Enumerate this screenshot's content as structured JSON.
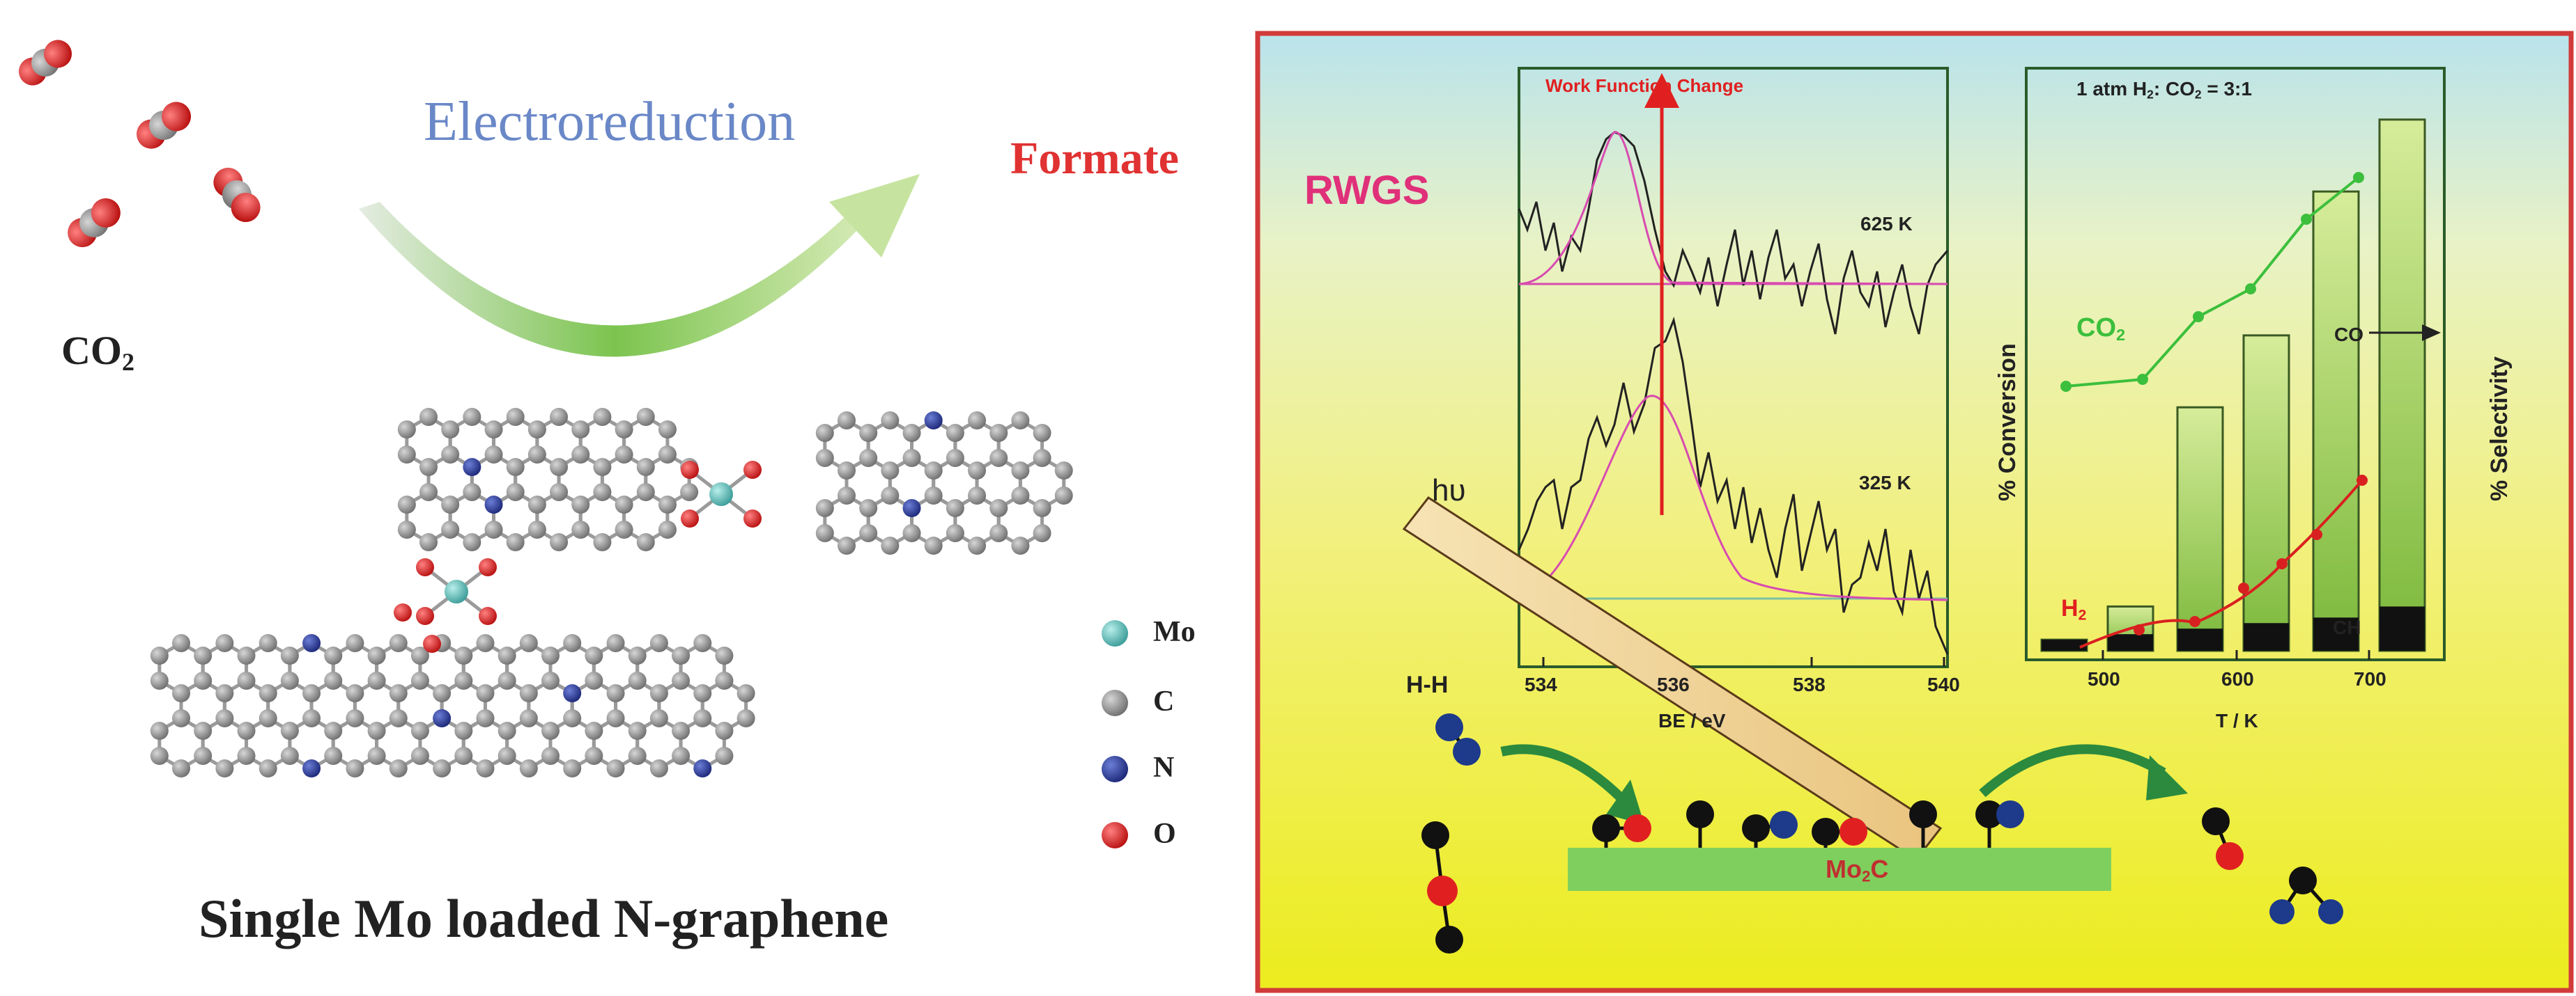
{
  "left": {
    "co2_label": "CO",
    "co2_sub": "2",
    "process_label": "Electroreduction",
    "product_label": "Formate",
    "caption": "Single Mo loaded N-graphene",
    "legend": [
      {
        "label": "Mo",
        "color": "#5fc2c0"
      },
      {
        "label": "C",
        "color": "#8a8a8a"
      },
      {
        "label": "N",
        "color": "#2e3f9e"
      },
      {
        "label": "O",
        "color": "#e02222"
      }
    ]
  },
  "right": {
    "title": "RWGS",
    "xps": {
      "annotation": "Work Function Change",
      "label_625": "625 K",
      "label_325": "325 K",
      "x_ticks": [
        "534",
        "536",
        "538",
        "540"
      ],
      "xlabel": "BE / eV"
    },
    "conversion": {
      "condition_pre": "1 atm H",
      "condition_sub": "2",
      "condition_post": ": CO",
      "condition_sub2": "2",
      "condition_ratio": " = 3:1",
      "ylabel_left": "% Conversion",
      "ylabel_right": "% Selectivity",
      "co2_label": "CO",
      "co2_sub": "2",
      "h2_label": "H",
      "h2_sub": "2",
      "co_label": "CO",
      "ch4_label": "CH",
      "x_ticks": [
        "500",
        "600",
        "700"
      ],
      "xlabel": "T / K"
    },
    "surface": {
      "hv_label": "hυ",
      "hh_label": "H-H",
      "substrate_label": "Mo",
      "substrate_sub": "2",
      "substrate_post": "C",
      "co2_molecule": "O=C=O"
    }
  },
  "chart_data": {
    "type": "bar",
    "categories": [
      "475",
      "525",
      "575",
      "625",
      "675",
      "725"
    ],
    "series": [
      {
        "name": "CO",
        "values": [
          2,
          8,
          44,
          57,
          83,
          96
        ]
      },
      {
        "name": "CH",
        "values": [
          2,
          3,
          4,
          5,
          6,
          8
        ]
      }
    ],
    "xlabel": "T / K",
    "ylabel": "% Conversion"
  }
}
